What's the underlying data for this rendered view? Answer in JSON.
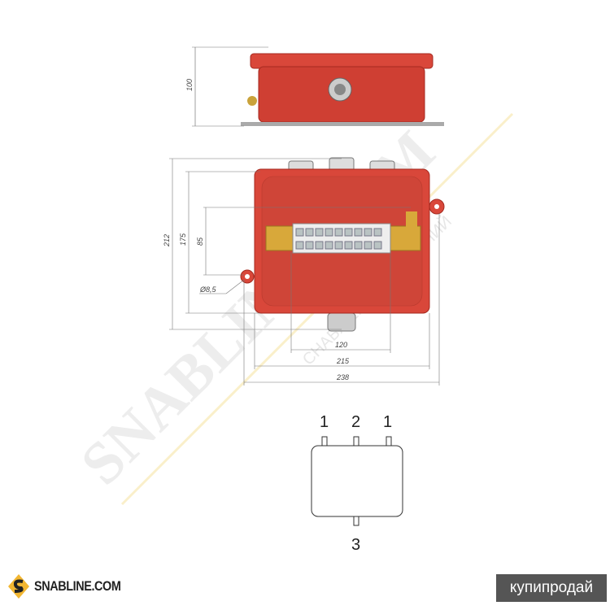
{
  "dimensions": {
    "height_side": "100",
    "height_total": "212",
    "height_body": "175",
    "mount_spacing": "85",
    "hole_diameter": "Ø8,5",
    "rail_width": "120",
    "width_body": "215",
    "width_total": "238"
  },
  "connector_diagram": {
    "top_left_label": "1",
    "top_middle_label": "2",
    "top_right_label": "1",
    "bottom_label": "3"
  },
  "watermark": {
    "main": "SNABLINE.COM",
    "sub": "СНАБЖЕНИЕ КОМПАНИЙ"
  },
  "footer": {
    "logo_text": "SNABLINE.COM",
    "badge_text": "купипродай"
  },
  "colors": {
    "enclosure": "#d9473a",
    "watermark_line": "#f2d36b",
    "badge": "#555555"
  }
}
